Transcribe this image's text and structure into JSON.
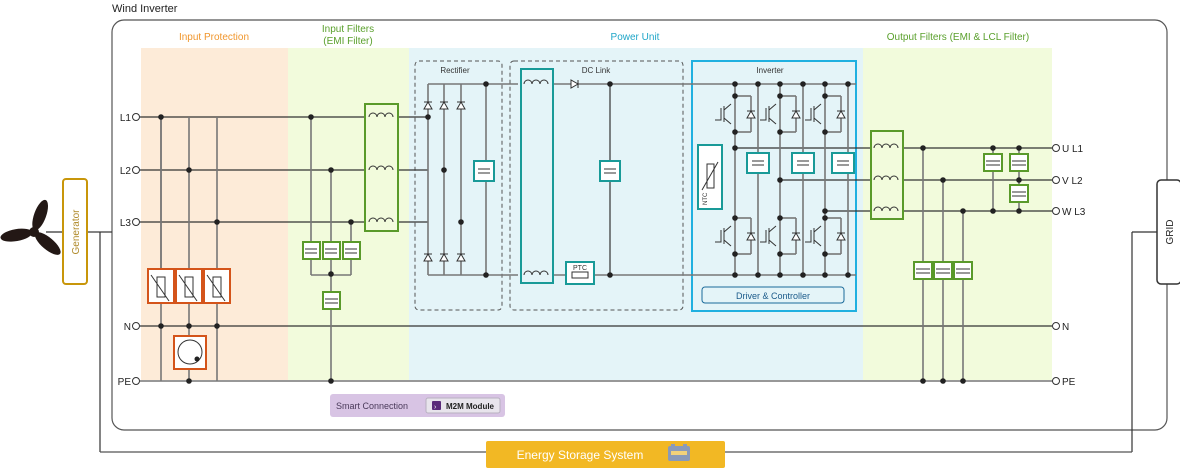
{
  "title": "Wind Inverter",
  "sections": {
    "input_protection": "Input  Protection",
    "input_filters_1": "Input Filters",
    "input_filters_2": "(EMI Filter)",
    "power_unit": "Power Unit",
    "output_filters": "Output Filters (EMI & LCL Filter)"
  },
  "subblocks": {
    "rectifier": "Rectifier",
    "dc_link": "DC Link",
    "inverter": "Inverter",
    "driver_controller": "Driver & Controller",
    "ptc": "PTC",
    "ntc": "NTC"
  },
  "input_terminals": [
    "L1",
    "L2",
    "L3",
    "N",
    "PE"
  ],
  "output_terminals": [
    "U L1",
    "V L2",
    "W L3",
    "N",
    "PE"
  ],
  "generator_label": "Generator",
  "grid_label": "GRID",
  "smart_connection": {
    "label": "Smart Connection",
    "module": "M2M Module"
  },
  "energy_storage": "Energy Storage System",
  "colors": {
    "protection_bg": "#fdebd8",
    "filter_bg": "#f2fbdc",
    "power_bg": "#e4f4f8",
    "protection_text": "#f0962d",
    "filter_text": "#5aa02c",
    "power_text": "#1fa6c8",
    "varistor": "#d4541a",
    "green_comp": "#5a9a2a",
    "teal_comp": "#199a98",
    "inverter_box": "#20b0e0",
    "generator": "#c8960a",
    "ess": "#f2b824",
    "smart": "#d8c4e4"
  }
}
